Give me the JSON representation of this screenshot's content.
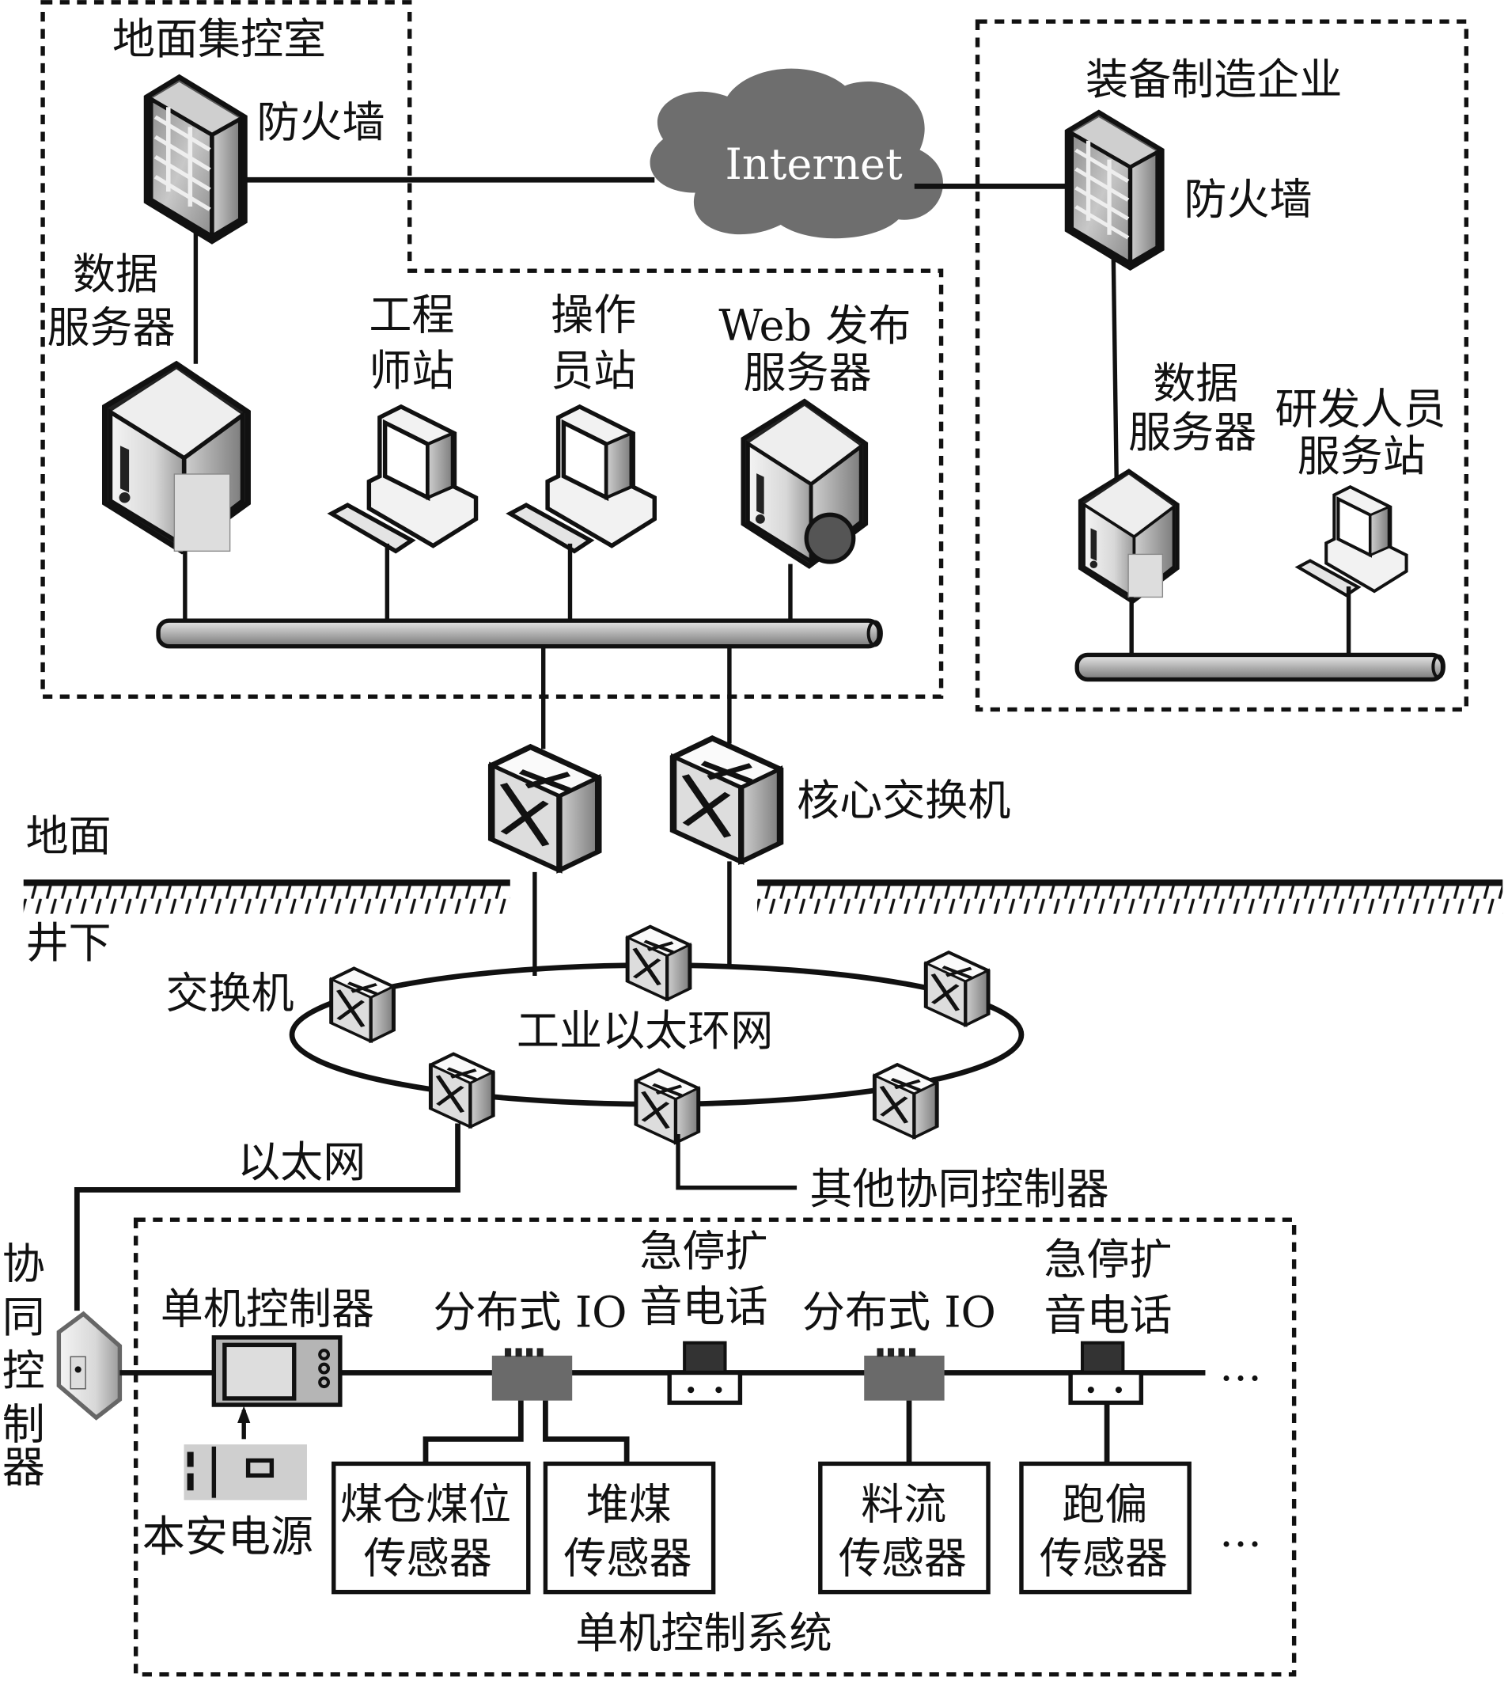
{
  "regions": {
    "ground_control_room": "地面集控室",
    "equipment_maker": "装备制造企业",
    "standalone_system": "单机控制系统"
  },
  "cloud": {
    "label": "Internet"
  },
  "ground_room": {
    "firewall": "防火墙",
    "data_server": [
      "数据",
      "服务器"
    ],
    "engineer_station": [
      "工程",
      "师站"
    ],
    "operator_station": [
      "操作",
      "员站"
    ],
    "web_server": [
      "Web 发布",
      "服务器"
    ]
  },
  "maker": {
    "firewall": "防火墙",
    "data_server": [
      "数据",
      "服务器"
    ],
    "rd_station": [
      "研发人员",
      "服务站"
    ]
  },
  "core": {
    "core_switch": "核心交换机"
  },
  "ground_line": {
    "above": "地面",
    "below": "井下"
  },
  "ring": {
    "switch_label": "交换机",
    "ring_label": "工业以太环网",
    "ethernet_label": "以太网",
    "other_controllers": "其他协同控制器"
  },
  "coop_controller": [
    "协",
    "同",
    "控",
    "制",
    "器"
  ],
  "standalone": {
    "controller": "单机控制器",
    "dist_io_1": "分布式 IO",
    "estop_phone_1": [
      "急停扩",
      "音电话"
    ],
    "dist_io_2": "分布式 IO",
    "estop_phone_2": [
      "急停扩",
      "音电话"
    ],
    "power": "本安电源",
    "ellipsis": "…",
    "sensors": [
      [
        "煤仓煤位",
        "传感器"
      ],
      [
        "堆煤",
        "传感器"
      ],
      [
        "料流",
        "传感器"
      ],
      [
        "跑偏",
        "传感器"
      ]
    ],
    "sensors_ellipsis": "…"
  },
  "colors": {
    "cloud": "#6e6e6e",
    "device_gray": "#b5b5b5",
    "io_box": "#6a6a6a",
    "phone_top": "#333333",
    "power_box": "#cfcfcf"
  }
}
